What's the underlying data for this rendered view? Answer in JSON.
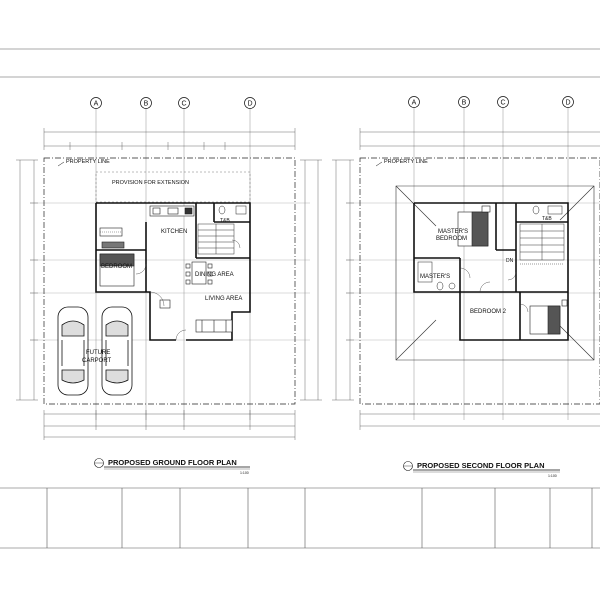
{
  "grid_bubbles": [
    "A",
    "B",
    "C",
    "D"
  ],
  "ground_floor": {
    "title": "PROPOSED GROUND FLOOR PLAN",
    "scale": "1:100",
    "property_line": "PROPERTY LINE",
    "extension_note": "PROVISION FOR EXTENSION",
    "rooms": {
      "kitchen": "KITCHEN",
      "tb": "T&B",
      "bedroom": "BEDROOM",
      "dining": "DINING AREA",
      "living": "LIVING AREA",
      "carport_1": "FUTURE",
      "carport_2": "CARPORT"
    }
  },
  "second_floor": {
    "title": "PROPOSED SECOND FLOOR PLAN",
    "scale": "1:100",
    "property_line": "PROPERTY LINE",
    "rooms": {
      "masters_bedroom_1": "MASTER'S",
      "masters_bedroom_2": "BEDROOM",
      "masters_tb": "MASTER'S",
      "bedroom2": "BEDROOM 2",
      "tb": "T&B",
      "dn": "DN"
    }
  }
}
